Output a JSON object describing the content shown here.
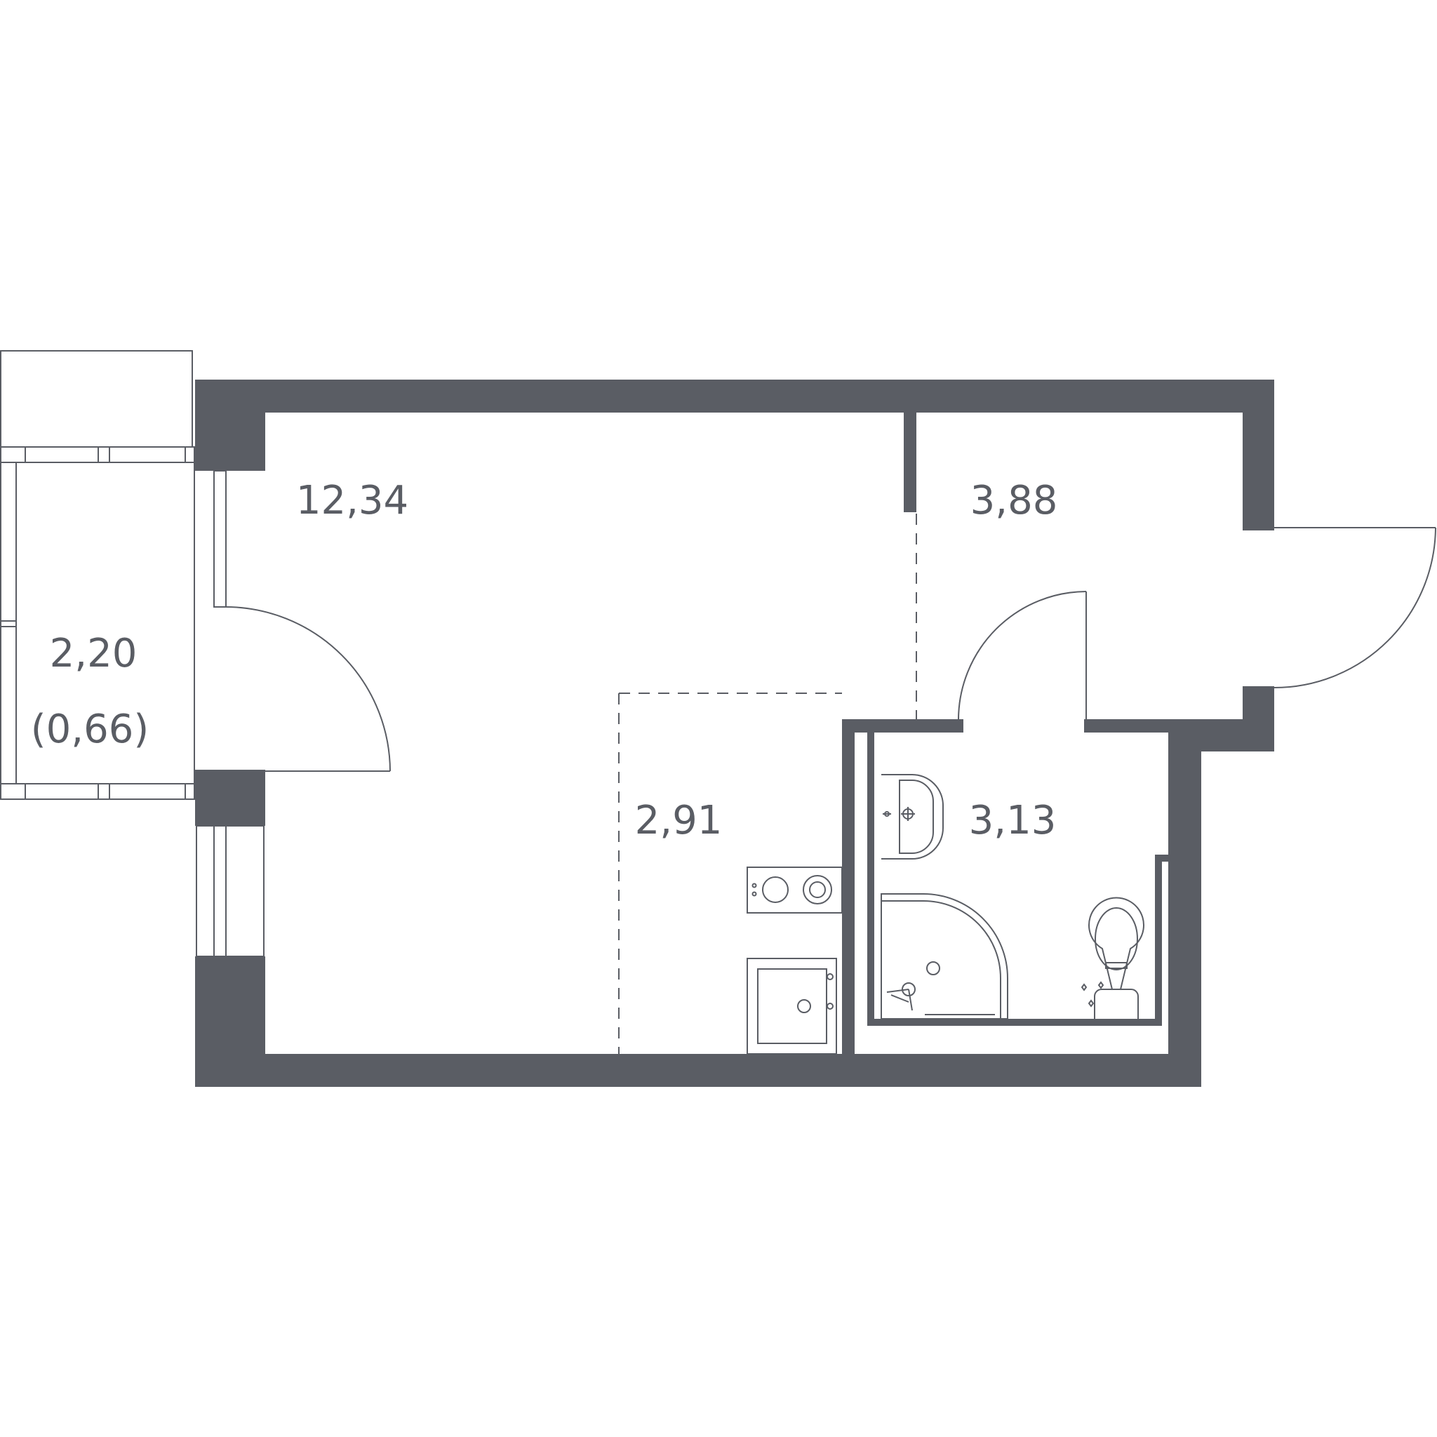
{
  "colors": {
    "wall": "#5a5d64",
    "line": "#5a5d64",
    "text": "#5a5d64",
    "background": "#ffffff"
  },
  "rooms": {
    "living": {
      "area": "12,34"
    },
    "hall": {
      "area": "3,88"
    },
    "balcony": {
      "area": "2,20",
      "area_reduced": "(0,66)"
    },
    "kitchen": {
      "area": "2,91"
    },
    "bathroom": {
      "area": "3,13"
    }
  },
  "fixtures": {
    "stove": "stove-icon",
    "sink": "kitchen-sink-icon",
    "washbasin": "washbasin-icon",
    "shower": "shower-icon",
    "toilet": "toilet-icon"
  }
}
